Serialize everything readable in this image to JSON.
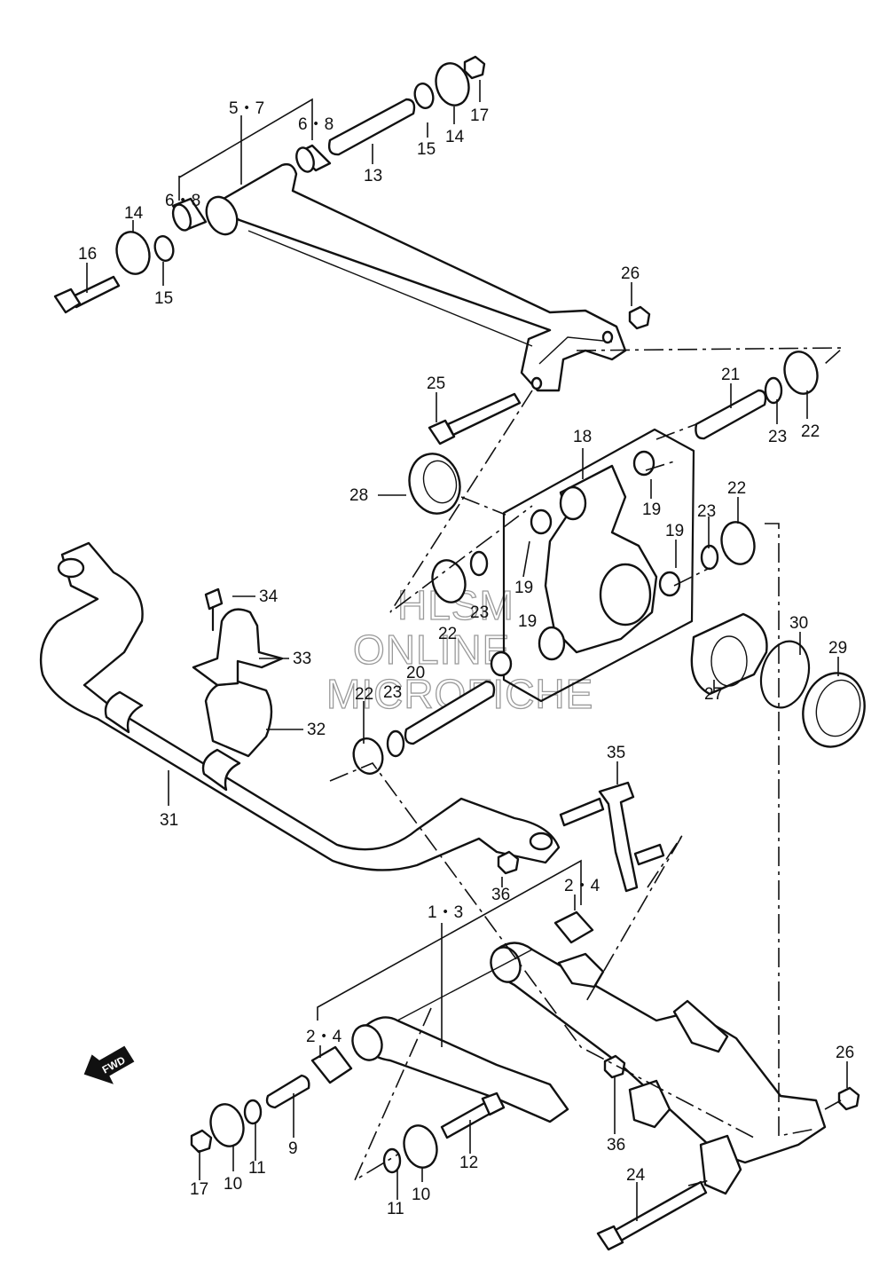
{
  "watermark": [
    "HLSM",
    "ONLINE",
    "MICROFICHE"
  ],
  "fwd_badge": "FWD",
  "callouts": {
    "c5_7": "5・7",
    "c6_8a": "6・8",
    "c6_8b": "6・8",
    "c13": "13",
    "c14a": "14",
    "c14b": "14",
    "c15a": "15",
    "c15b": "15",
    "c16": "16",
    "c17a": "17",
    "c17b": "17",
    "c26a": "26",
    "c26b": "26",
    "c25": "25",
    "c21": "21",
    "c22a": "22",
    "c22b": "22",
    "c22c": "22",
    "c22d": "22",
    "c23a": "23",
    "c23b": "23",
    "c23c": "23",
    "c23d": "23",
    "c18": "18",
    "c19a": "19",
    "c19b": "19",
    "c19c": "19",
    "c19d": "19",
    "c20": "20",
    "c27": "27",
    "c28": "28",
    "c29": "29",
    "c30": "30",
    "c31": "31",
    "c32": "32",
    "c33": "33",
    "c34": "34",
    "c35": "35",
    "c36a": "36",
    "c36b": "36",
    "c1_3": "1・3",
    "c2_4a": "2・4",
    "c2_4b": "2・4",
    "c9": "9",
    "c10a": "10",
    "c10b": "10",
    "c11a": "11",
    "c11b": "11",
    "c12": "12",
    "c24": "24"
  }
}
